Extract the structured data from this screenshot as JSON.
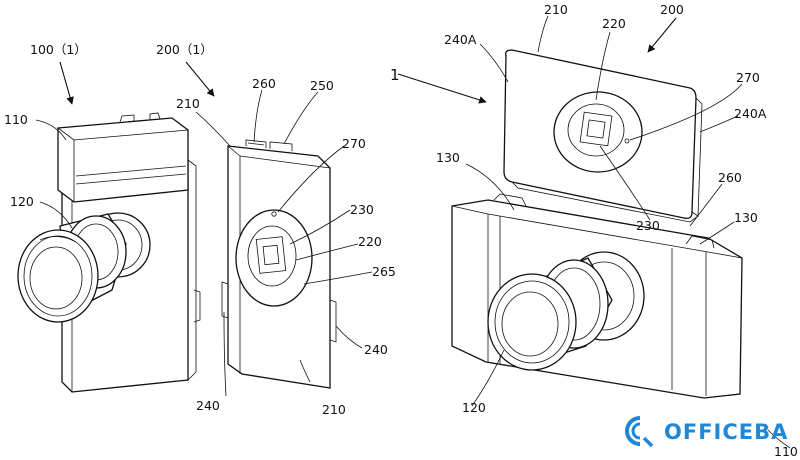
{
  "watermark": {
    "text": "OFFICEBA",
    "icon": "officeba-logo-icon",
    "color": "#1e88d6"
  },
  "labels": {
    "fig_100_1": "100（1）",
    "fig_200_1": "200（1）",
    "fig_1": "1",
    "l110_left": "110",
    "l120_left": "120",
    "l210_mid_top": "210",
    "l260_mid": "260",
    "l250": "250",
    "l270_mid": "270",
    "l230_mid": "230",
    "l220_mid": "220",
    "l265": "265",
    "l240_mid_right": "240",
    "l240_bottom": "240",
    "l210_mid_bottom": "210",
    "l210_right_top": "210",
    "l220_right": "220",
    "l200_right": "200",
    "l240A_left": "240A",
    "l270_right": "270",
    "l240A_right": "240A",
    "l130_left": "130",
    "l260_right": "260",
    "l230_right": "230",
    "l130_right": "130",
    "l120_right": "120",
    "l110_right": "110"
  }
}
